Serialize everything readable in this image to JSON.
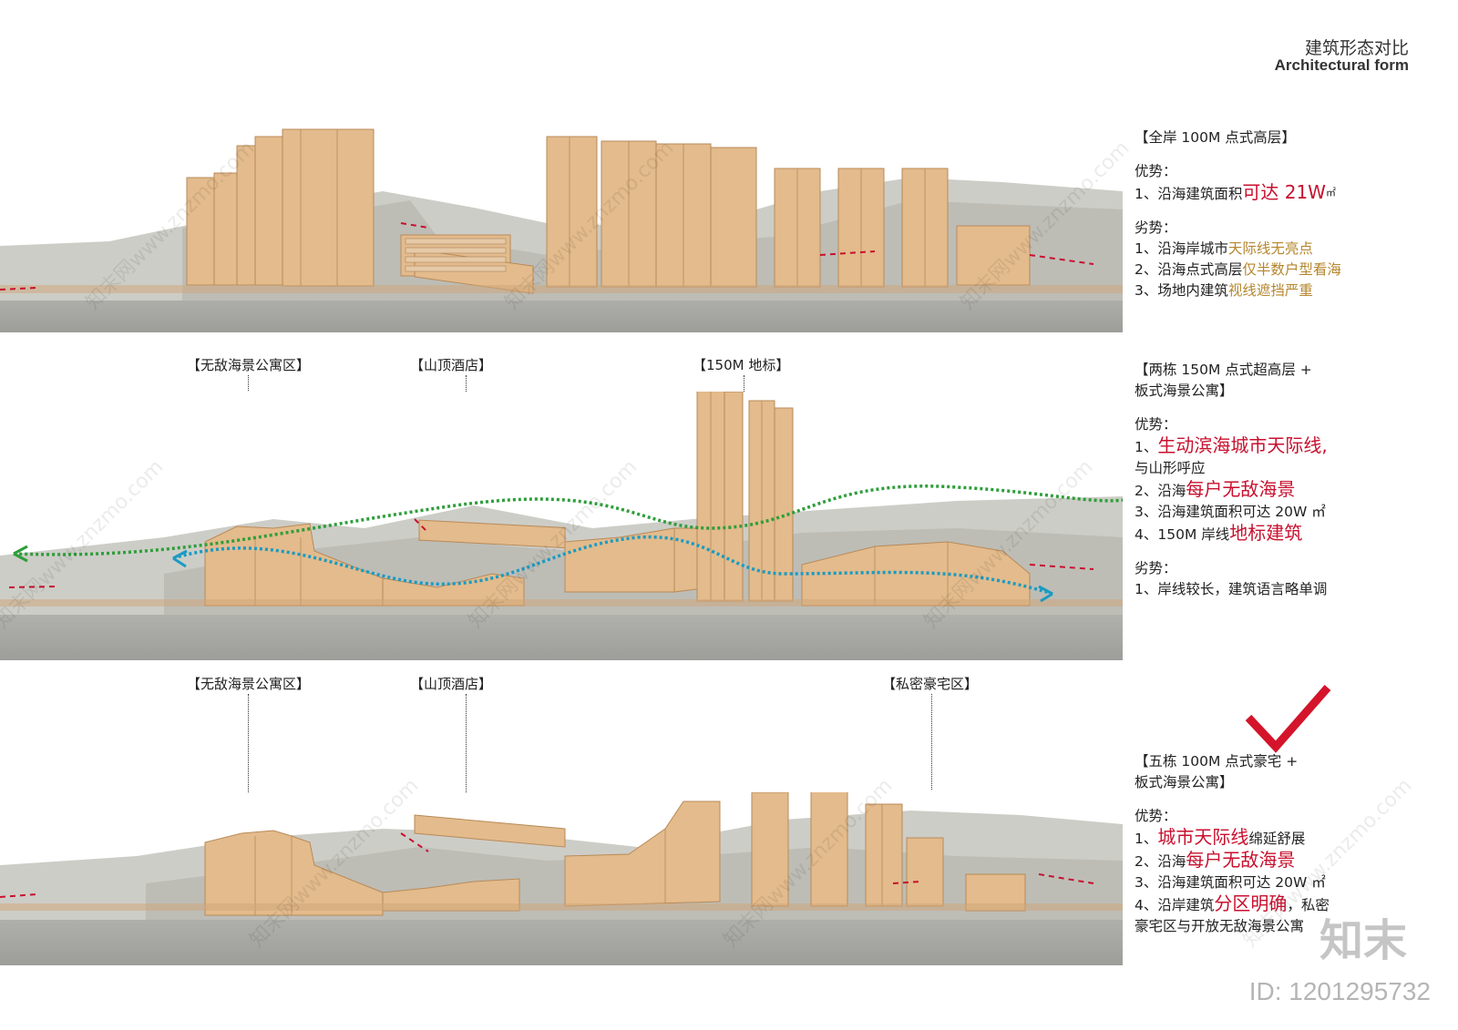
{
  "header": {
    "title_cn": "建筑形态对比",
    "title_en": "Architectural form"
  },
  "scheme1": {
    "heading": "【全岸 100M 点式高层】",
    "adv_title": "优势：",
    "adv": [
      {
        "pre": "1、沿海建筑面积",
        "hl": "可达 21W",
        "post": "㎡"
      }
    ],
    "dis_title": "劣势：",
    "dis": [
      {
        "pre": "1、沿海岸城市",
        "hl": "天际线无亮点"
      },
      {
        "pre": "2、沿海点式高层",
        "hl": "仅半数户型看海"
      },
      {
        "pre": "3、场地内建筑",
        "hl": "视线遮挡严重"
      }
    ]
  },
  "scheme2": {
    "heading1": "【两栋 150M 点式超高层 +",
    "heading2": "板式海景公寓】",
    "labels": [
      "【无敌海景公寓区】",
      "【山顶酒店】",
      "【150M 地标】"
    ],
    "adv_title": "优势：",
    "adv1_pre": "1、",
    "adv1_hl": "生动滨海城市天际线,",
    "adv1_sub": "与山形呼应",
    "adv2_pre": "2、沿海",
    "adv2_hl": "每户无敌海景",
    "adv3": "3、沿海建筑面积可达 20W ㎡",
    "adv4_pre": "4、150M 岸线",
    "adv4_hl": "地标建筑",
    "dis_title": "劣势：",
    "dis1": "1、岸线较长，建筑语言略单调"
  },
  "scheme3": {
    "heading1": "【五栋 100M 点式豪宅 +",
    "heading2": "板式海景公寓】",
    "labels": [
      "【无敌海景公寓区】",
      "【山顶酒店】",
      "【私密豪宅区】"
    ],
    "adv_title": "优势：",
    "adv1_pre": "1、",
    "adv1_hl": "城市天际线",
    "adv1_post": "绵延舒展",
    "adv2_pre": "2、沿海",
    "adv2_hl": "每户无敌海景",
    "adv3": "3、沿海建筑面积可达 20W ㎡",
    "adv4_pre": "4、沿岸建筑",
    "adv4_hl": "分区明确",
    "adv4_post": "，私密",
    "adv4_line2": "豪宅区与开放无敌海景公寓"
  },
  "watermark": {
    "text": "知末网www.znzmo.com",
    "logo": "知末",
    "id": "ID: 1201295732"
  },
  "colors": {
    "building": "#e3bb8c",
    "building_dark": "#c99b68",
    "terrain": "#c9c9c3",
    "ground": "#a9a9a5",
    "accent": "#c8102e",
    "green_path": "#2e9e3a",
    "blue_path": "#1a9bc2"
  }
}
